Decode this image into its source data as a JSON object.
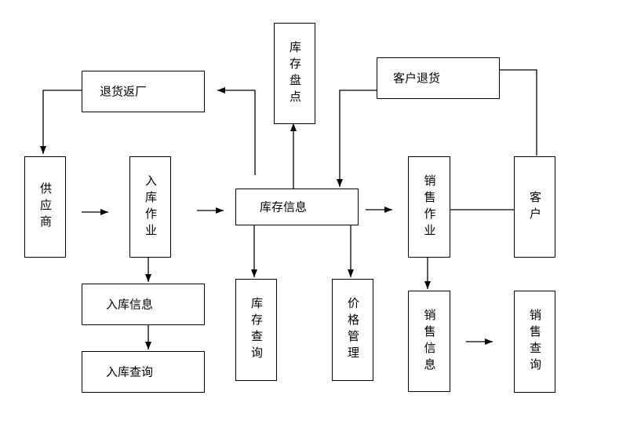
{
  "diagram": {
    "nodes": {
      "supplier": "供应商",
      "stock_in_op": "入库作业",
      "inventory_info": "库存信息",
      "sales_op": "销售作业",
      "customer": "客户",
      "inventory_check": "库存盘点",
      "return_to_factory": "退货返厂",
      "customer_return": "客户退货",
      "stock_in_info": "入库信息",
      "stock_in_query": "入库查询",
      "inventory_query": "库存查询",
      "price_mgmt": "价格管理",
      "sales_info": "销售信息",
      "sales_query": "销售查询"
    }
  }
}
